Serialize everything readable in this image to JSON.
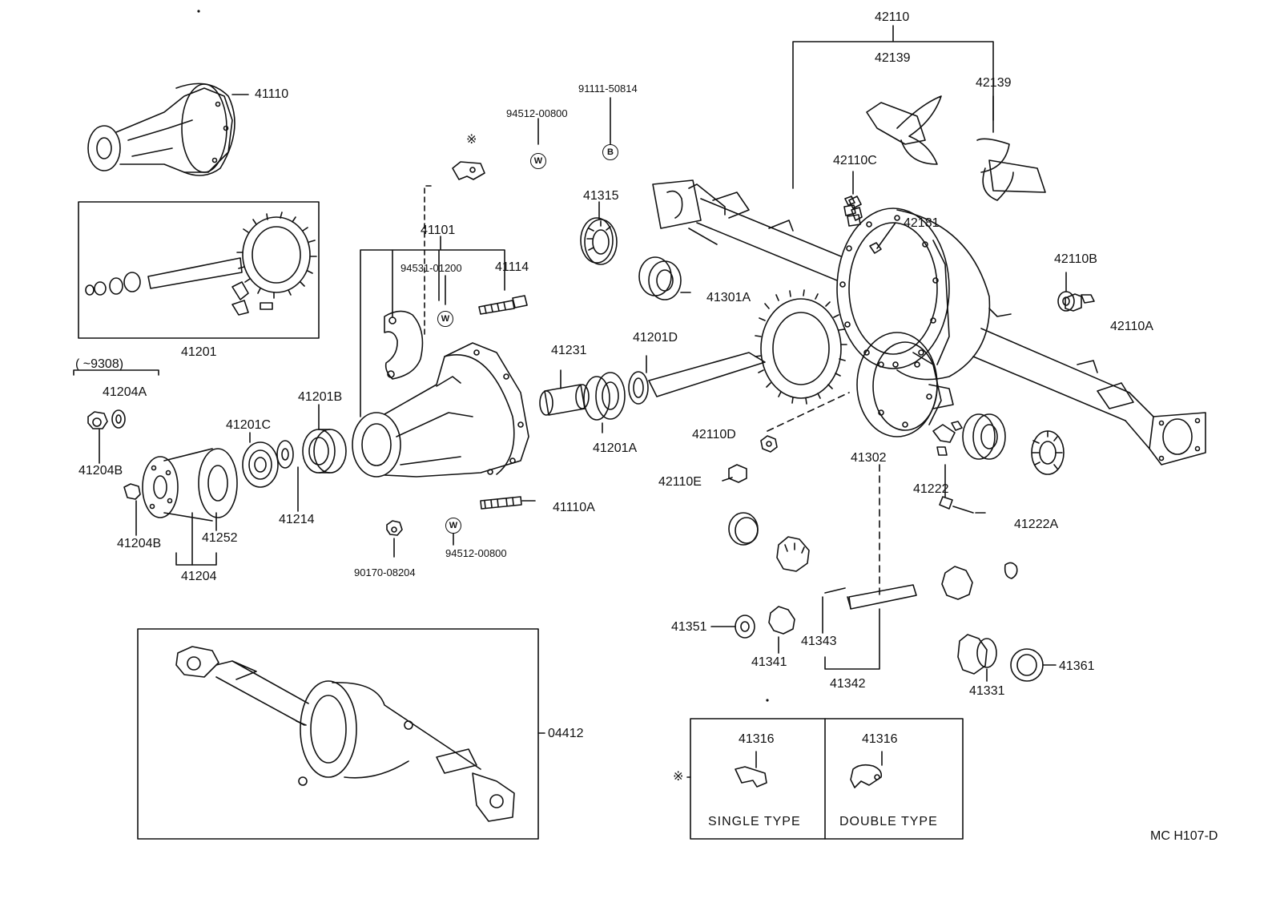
{
  "diagram_code": "MC H107-D",
  "range_note": "(      ~9308)",
  "asterisk": "※",
  "legend": {
    "single_type": {
      "part": "41316",
      "label": "SINGLE TYPE"
    },
    "double_type": {
      "part": "41316",
      "label": "DOUBLE TYPE"
    }
  },
  "symbols": {
    "w": "W",
    "b": "B"
  },
  "parts": {
    "p41110": "41110",
    "p41201": "41201",
    "p41204A": "41204A",
    "p41204B_1": "41204B",
    "p41204B_2": "41204B",
    "p41201C": "41201C",
    "p41201B": "41201B",
    "p41214": "41214",
    "p41252": "41252",
    "p41204": "41204",
    "p41101": "41101",
    "p94531": "94531-01200",
    "p41114": "41114",
    "p94512_top": "94512-00800",
    "p91111": "91111-50814",
    "p41315": "41315",
    "p41231": "41231",
    "p41201D": "41201D",
    "p41201A": "41201A",
    "p41301A": "41301A",
    "p41110A": "41110A",
    "p94512_bot": "94512-00800",
    "p90170": "90170-08204",
    "p42110": "42110",
    "p42139_1": "42139",
    "p42139_2": "42139",
    "p42110C": "42110C",
    "p42181": "42181",
    "p42110B": "42110B",
    "p42110A": "42110A",
    "p42110D": "42110D",
    "p42110E": "42110E",
    "p41302": "41302",
    "p41222": "41222",
    "p41222A": "41222A",
    "p41351": "41351",
    "p41341": "41341",
    "p41343": "41343",
    "p41342": "41342",
    "p41331": "41331",
    "p41361": "41361",
    "p04412": "04412"
  }
}
